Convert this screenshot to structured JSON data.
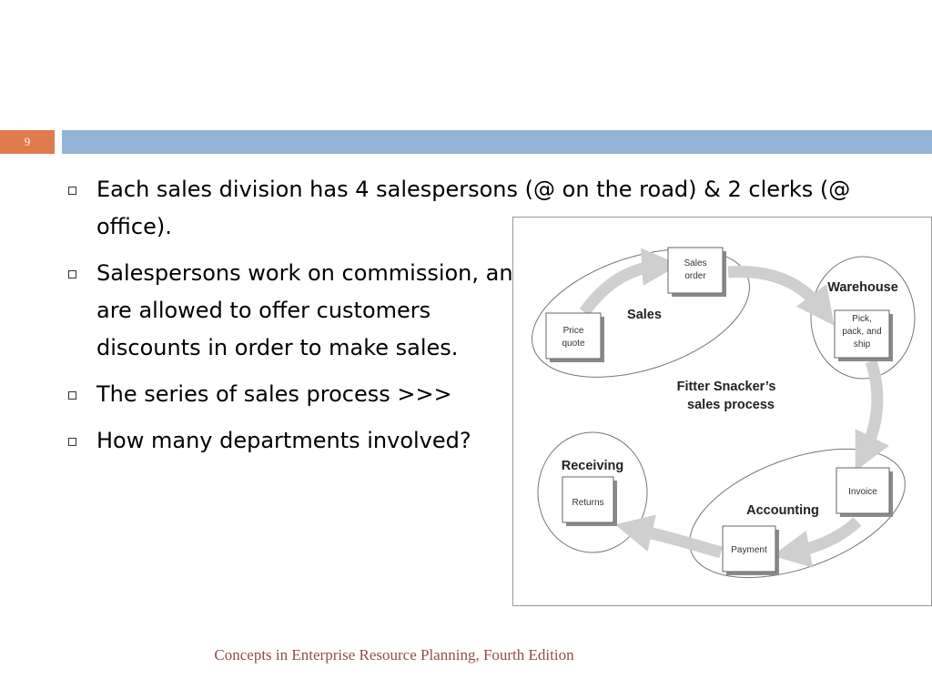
{
  "slide": {
    "number": "9"
  },
  "bullets": [
    "Each sales division has 4 salespersons (@ on the road) & 2 clerks (@ office).",
    "Salespersons work on commission, and are allowed to offer customers discounts in order to make sales.",
    "The series of sales process >>>",
    "How many departments involved?"
  ],
  "diagram": {
    "title_line1": "Fitter Snacker’s",
    "title_line2": "sales process",
    "areas": {
      "sales": "Sales",
      "warehouse": "Warehouse",
      "accounting": "Accounting",
      "receiving": "Receiving"
    },
    "steps": {
      "price_quote": [
        "Price",
        "quote"
      ],
      "sales_order": [
        "Sales",
        "order"
      ],
      "pick_pack_ship": [
        "Pick,",
        "pack, and",
        "ship"
      ],
      "invoice": "Invoice",
      "payment": "Payment",
      "returns": "Returns"
    }
  },
  "footer": "Concepts in Enterprise Resource Planning, Fourth Edition",
  "colors": {
    "slide_number_bg": "#e07b4c",
    "title_bar": "#93b5d5",
    "footer_text": "#8b5148",
    "arrow": "#cfcfcf"
  }
}
